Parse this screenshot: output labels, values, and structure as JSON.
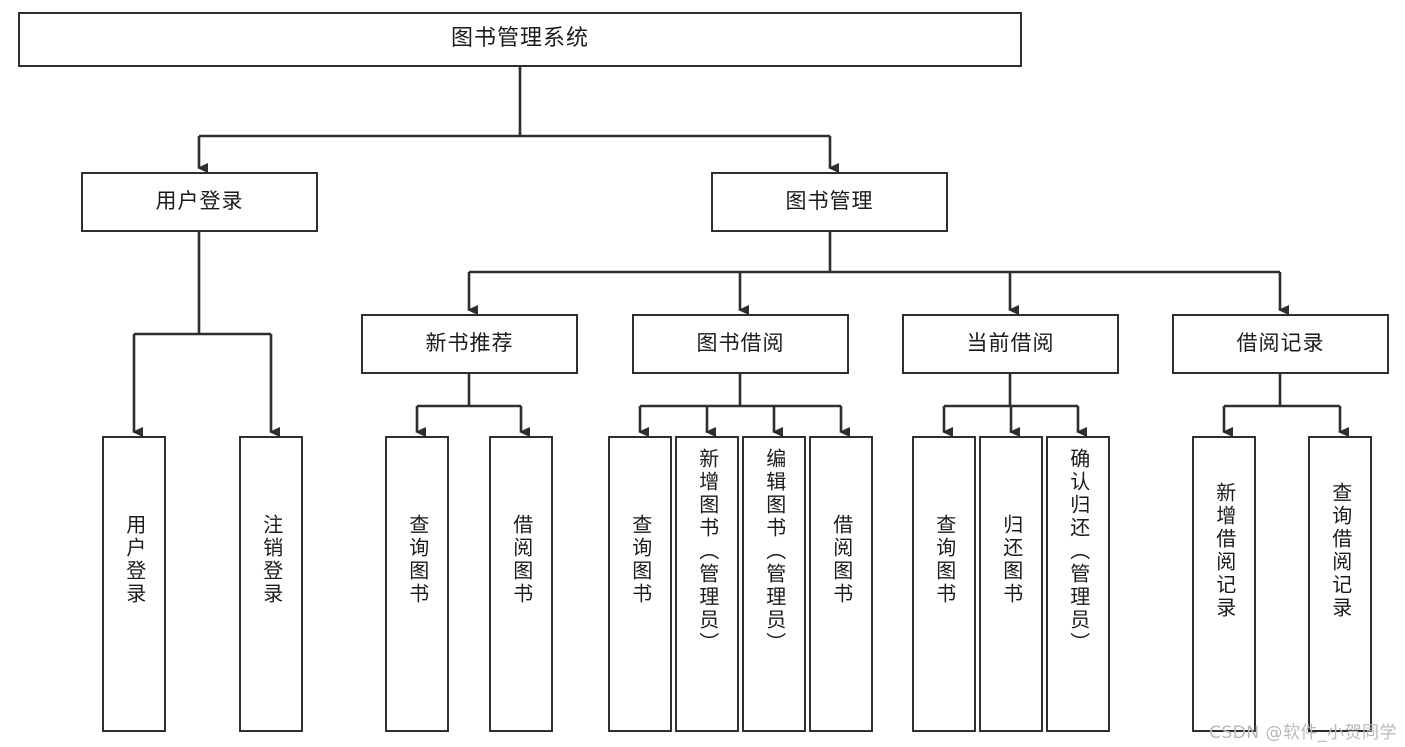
{
  "diagram": {
    "title": "图书管理系统",
    "type": "tree-hierarchy-diagram",
    "colors": {
      "border": "#2e2e2e",
      "fill": "#ffffff",
      "text": "#1b1b1b",
      "edge": "#2e2e2e",
      "watermark": "#b9b9b9"
    },
    "root": {
      "label": "图书管理系统"
    },
    "level2": [
      {
        "id": "user-login",
        "label": "用户登录"
      },
      {
        "id": "book-manage",
        "label": "图书管理"
      }
    ],
    "level3": [
      {
        "id": "new-book-recommend",
        "label": "新书推荐",
        "parent": "book-manage"
      },
      {
        "id": "book-borrow",
        "label": "图书借阅",
        "parent": "book-manage"
      },
      {
        "id": "current-borrow",
        "label": "当前借阅",
        "parent": "book-manage"
      },
      {
        "id": "borrow-record",
        "label": "借阅记录",
        "parent": "book-manage"
      }
    ],
    "leaves": {
      "user-login": [
        {
          "id": "leaf-user-login",
          "label": "用户登录"
        },
        {
          "id": "leaf-user-logout",
          "label": "注销登录"
        }
      ],
      "new-book-recommend": [
        {
          "id": "leaf-query-book-1",
          "label": "查询图书"
        },
        {
          "id": "leaf-borrow-book-1",
          "label": "借阅图书"
        }
      ],
      "book-borrow": [
        {
          "id": "leaf-query-book-2",
          "label": "查询图书"
        },
        {
          "id": "leaf-add-book",
          "label": "新增图书（管理员）"
        },
        {
          "id": "leaf-edit-book",
          "label": "编辑图书（管理员）"
        },
        {
          "id": "leaf-borrow-book-2",
          "label": "借阅图书"
        }
      ],
      "current-borrow": [
        {
          "id": "leaf-query-book-3",
          "label": "查询图书"
        },
        {
          "id": "leaf-return-book",
          "label": "归还图书"
        },
        {
          "id": "leaf-confirm-return",
          "label": "确认归还（管理员）"
        }
      ],
      "borrow-record": [
        {
          "id": "leaf-add-record",
          "label": "新增借阅记录"
        },
        {
          "id": "leaf-query-record",
          "label": "查询借阅记录"
        }
      ]
    },
    "watermark": "CSDN @软件_小贺同学"
  }
}
